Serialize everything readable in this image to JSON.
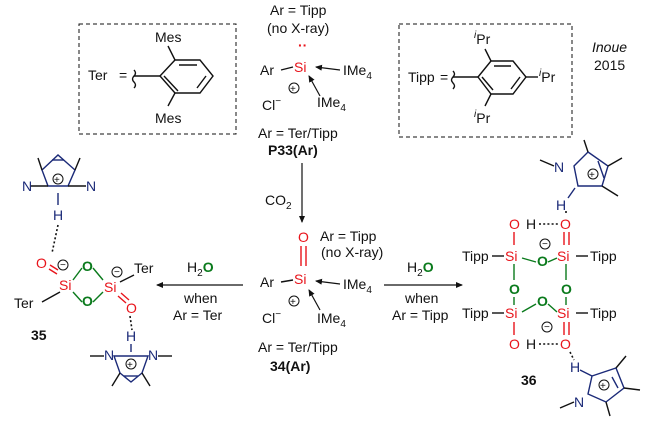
{
  "boxes": {
    "ter": {
      "lhs": "Ter",
      "eq": "=",
      "sub": "Mes"
    },
    "tipp": {
      "lhs": "Tipp",
      "eq": "=",
      "iso_sup": "i",
      "iso": "Pr"
    }
  },
  "attribution": {
    "author": "Inoue",
    "year": "2015"
  },
  "p33": {
    "cond1": "Ar = Tipp",
    "cond2": "(no X-ray)",
    "ar": "Ar",
    "si": "Si",
    "lone_pair": "··",
    "ligand1": "IMe",
    "ligand2": "IMe",
    "sub4": "4",
    "counterion": "Cl",
    "minus": "−",
    "ar_def": "Ar = Ter/Tipp",
    "label": "P33(Ar)"
  },
  "co2": {
    "c": "CO",
    "sub": "2"
  },
  "c34": {
    "cond1": "Ar = Tipp",
    "cond2": "(no X-ray)",
    "o": "O",
    "ar": "Ar",
    "si": "Si",
    "ligand1": "IMe",
    "ligand2": "IMe",
    "sub4": "4",
    "counterion": "Cl",
    "minus": "−",
    "ar_def": "Ar = Ter/Tipp",
    "label": "34(Ar)"
  },
  "left_arrow": {
    "h": "H",
    "two": "2",
    "o": "O",
    "when": "when",
    "cond": "Ar = Ter"
  },
  "right_arrow": {
    "h": "H",
    "two": "2",
    "o": "O",
    "when": "when",
    "cond": "Ar = Tipp"
  },
  "c35": {
    "label": "35",
    "si": "Si",
    "o": "O",
    "ter": "Ter",
    "h": "H",
    "n": "N"
  },
  "c36": {
    "label": "36",
    "si": "Si",
    "o": "O",
    "tipp": "Tipp",
    "h": "H",
    "n": "N"
  },
  "colors": {
    "silicon_oxygen": "#e8141b",
    "bridging_oxygen": "#0a7a1c",
    "imidazolium": "#1b2a78"
  }
}
